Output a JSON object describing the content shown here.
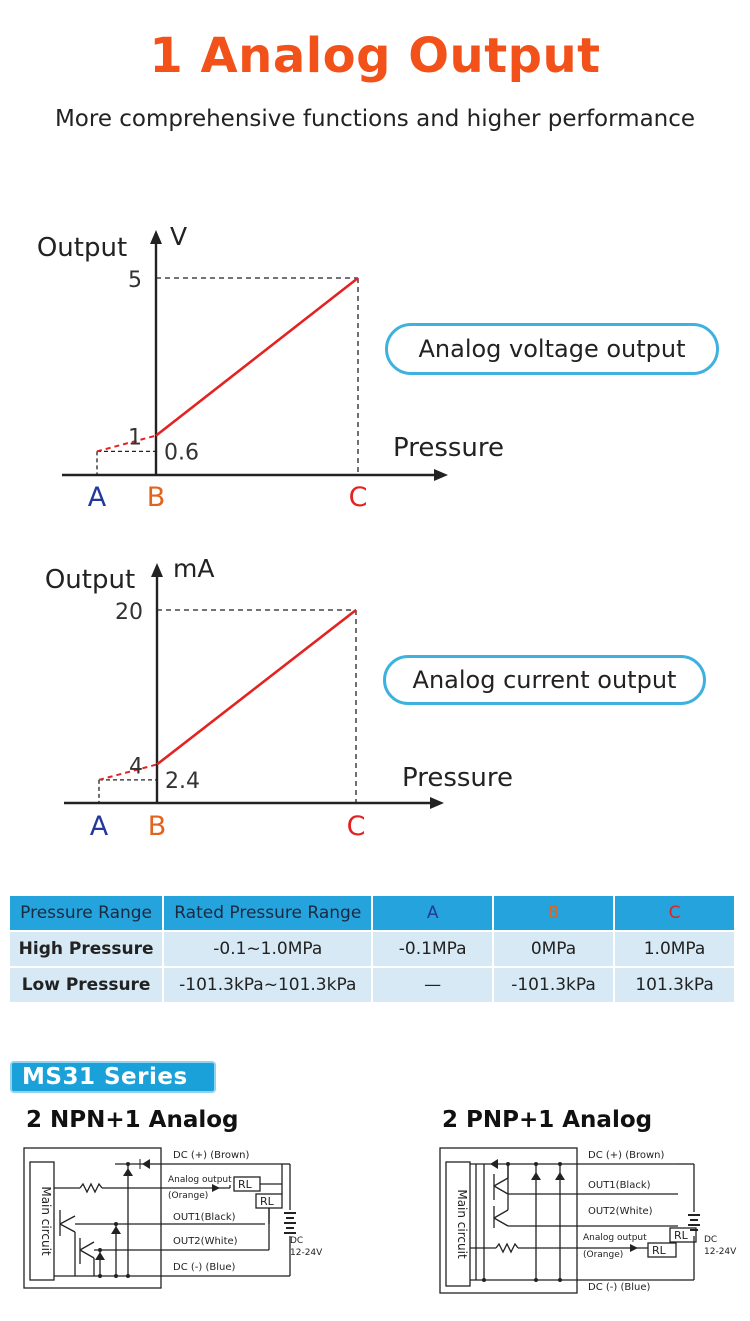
{
  "header": {
    "title": "1 Analog Output",
    "subtitle": "More comprehensive functions and higher performance"
  },
  "colors": {
    "title": "#f2521a",
    "line": "#e32222",
    "A": "#23389a",
    "B": "#e0641f",
    "C": "#e32222",
    "pill_border": "#3fb1df",
    "table_head": "#24a3dc",
    "table_body": "#d6e9f5"
  },
  "chart_data": [
    {
      "type": "line",
      "ylabel": "Output",
      "yunit": "V",
      "xlabel": "Pressure",
      "x_ticks": [
        "A",
        "B",
        "C"
      ],
      "series": [
        {
          "segment": "extrapolated",
          "style": "dashed",
          "points": [
            [
              "A",
              0.6
            ],
            [
              "B",
              1
            ]
          ]
        },
        {
          "segment": "active",
          "style": "solid",
          "points": [
            [
              "B",
              1
            ],
            [
              "C",
              5
            ]
          ]
        }
      ],
      "y_marks": [
        "5",
        "1",
        "0.6"
      ],
      "label": "Analog voltage output"
    },
    {
      "type": "line",
      "ylabel": "Output",
      "yunit": "mA",
      "xlabel": "Pressure",
      "x_ticks": [
        "A",
        "B",
        "C"
      ],
      "series": [
        {
          "segment": "extrapolated",
          "style": "dashed",
          "points": [
            [
              "A",
              2.4
            ],
            [
              "B",
              4
            ]
          ]
        },
        {
          "segment": "active",
          "style": "solid",
          "points": [
            [
              "B",
              4
            ],
            [
              "C",
              20
            ]
          ]
        }
      ],
      "y_marks": [
        "20",
        "4",
        "2.4"
      ],
      "label": "Analog current output"
    }
  ],
  "table": {
    "headers": [
      "Pressure Range",
      "Rated Pressure Range",
      "A",
      "B",
      "C"
    ],
    "rows": [
      [
        "High Pressure",
        "-0.1~1.0MPa",
        "-0.1MPa",
        "0MPa",
        "1.0MPa"
      ],
      [
        "Low Pressure",
        "-101.3kPa~101.3kPa",
        "—",
        "-101.3kPa",
        "101.3kPa"
      ]
    ]
  },
  "series_badge": "MS31 Series",
  "wiring": {
    "npn": {
      "title": "2 NPN+1 Analog",
      "main": "Main circuit",
      "dc_plus": "DC (+) (Brown)",
      "analog": "Analog output",
      "orange": "(Orange)",
      "out1": "OUT1(Black)",
      "out2": "OUT2(White)",
      "dc_minus": "DC (-) (Blue)",
      "dc": "DC",
      "volt": "12-24V",
      "rl": "RL"
    },
    "pnp": {
      "title": "2 PNP+1 Analog",
      "main": "Main circuit",
      "dc_plus": "DC (+) (Brown)",
      "out1": "OUT1(Black)",
      "out2": "OUT2(White)",
      "analog": "Analog output",
      "orange": "(Orange)",
      "dc_minus": "DC (-) (Blue)",
      "dc": "DC",
      "volt": "12-24V",
      "rl": "RL"
    }
  }
}
